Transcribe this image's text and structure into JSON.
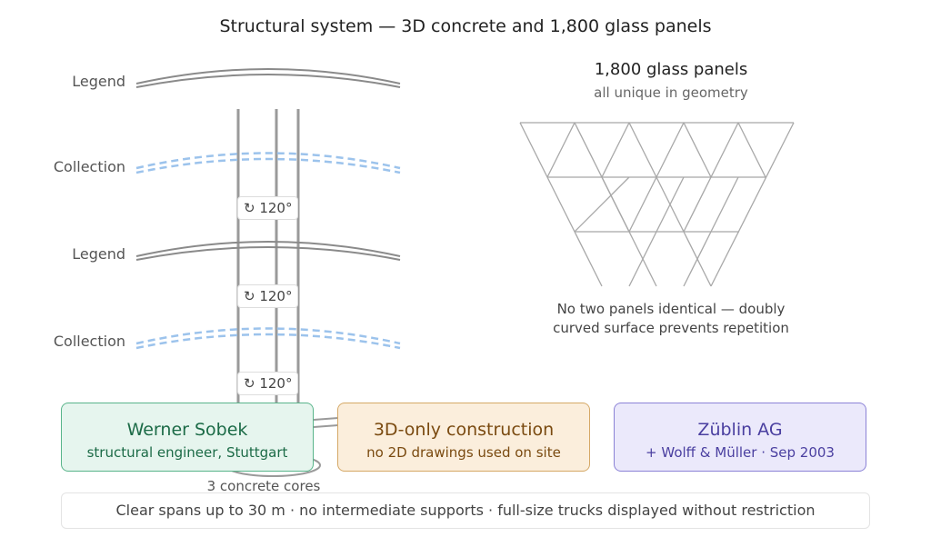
{
  "title": "Structural system — 3D concrete and 1,800 glass panels",
  "levels": [
    {
      "label": "Legend",
      "type": "legend"
    },
    {
      "label": "Collection",
      "type": "collection"
    },
    {
      "label": "Legend",
      "type": "legend"
    },
    {
      "label": "Collection",
      "type": "collection"
    }
  ],
  "rotations": [
    "↻ 120°",
    "↻ 120°",
    "↻ 120°"
  ],
  "panels": {
    "title": "1,800 glass panels",
    "subtitle": "all unique in geometry",
    "note_line1": "No two panels identical — doubly",
    "note_line2": "curved surface prevents repetition"
  },
  "cards": {
    "sobek": {
      "title": "Werner Sobek",
      "subtitle": "structural engineer, Stuttgart"
    },
    "construction": {
      "title": "3D-only construction",
      "subtitle": "no 2D drawings used on site"
    },
    "zublin": {
      "title": "Züblin AG",
      "subtitle": "+ Wolff & Müller · Sep 2003"
    }
  },
  "cores_label": "3 concrete cores",
  "footer": "Clear spans up to 30 m · no intermediate supports · full-size trucks displayed without restriction",
  "colors": {
    "legend_slab": "#8a8a8a",
    "collection_slab": "#9cc3ec",
    "core": "#9a9a9a",
    "panel_grid": "#a8a8a8",
    "sobek_accent": "#58b48a",
    "construction_accent": "#d5a866",
    "zublin_accent": "#8b82d6"
  }
}
